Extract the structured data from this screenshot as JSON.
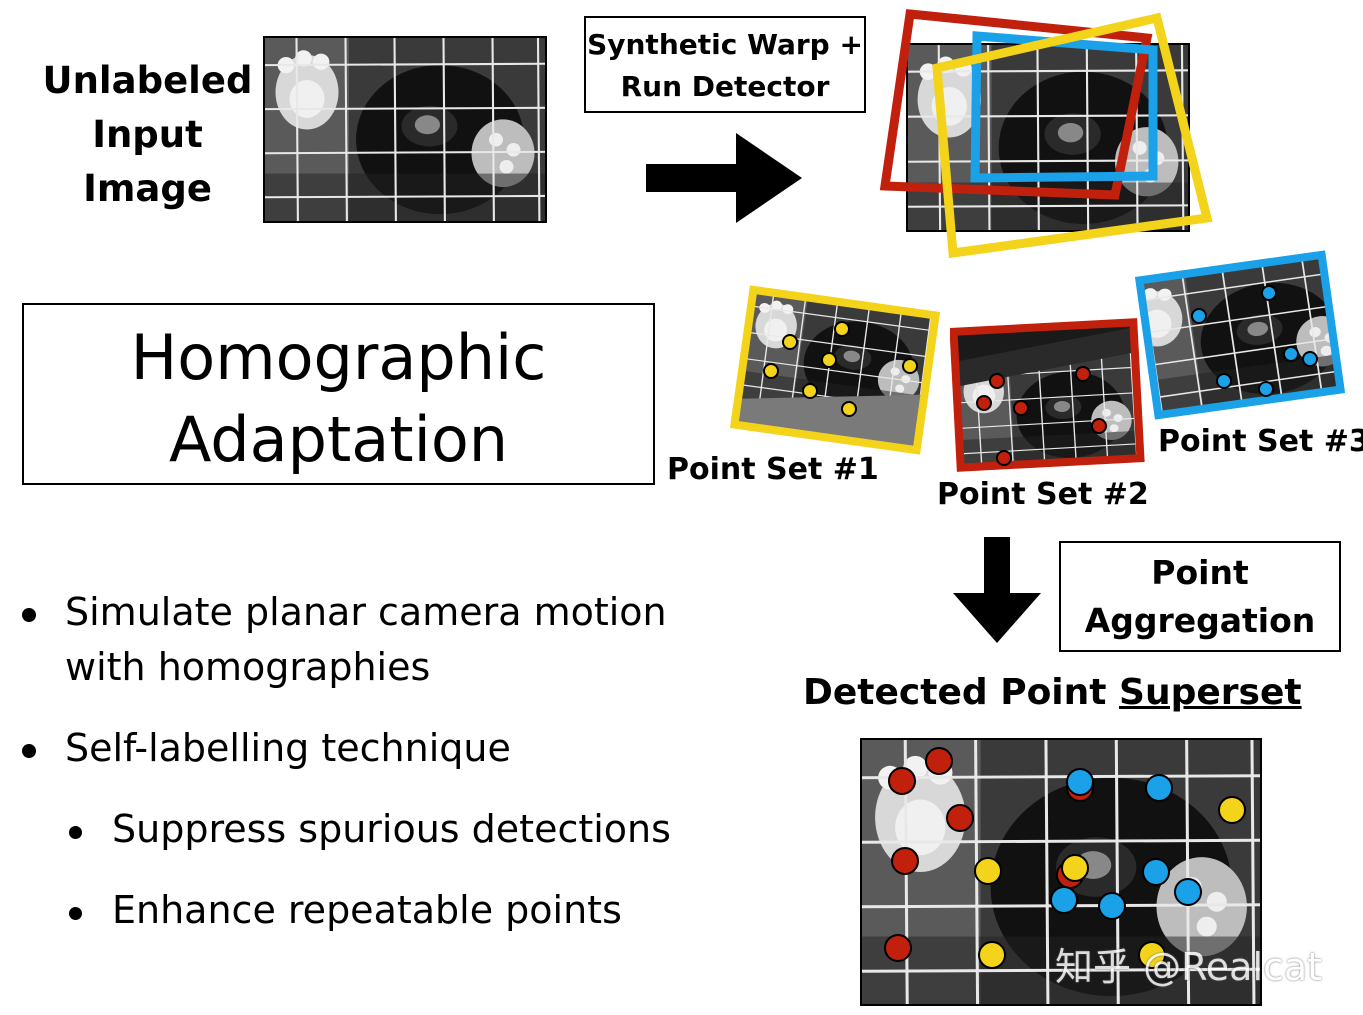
{
  "input_label": [
    "Unlabeled",
    "Input",
    "Image"
  ],
  "warp_box": [
    "Synthetic Warp +",
    "Run Detector"
  ],
  "main_title": [
    "Homographic",
    "Adaptation"
  ],
  "point_sets": [
    "Point Set #1",
    "Point Set #2",
    "Point Set #3"
  ],
  "aggregation_box": [
    "Point",
    "Aggregation"
  ],
  "superset_label": {
    "prefix": "Detected Point ",
    "underlined": "Superset"
  },
  "bullets": [
    {
      "line1": "Simulate planar camera motion",
      "line2": "with homographies"
    },
    {
      "line1": "Self-labelling technique"
    }
  ],
  "sub_bullets": [
    "Suppress spurious detections",
    "Enhance repeatable points"
  ],
  "watermark": "知乎 @Realcat",
  "colors": {
    "red": "#c0200c",
    "yellow": "#f3d41b",
    "blue": "#1aa1e8",
    "box_border": "#000000"
  },
  "icons": [
    "arrow-right-icon",
    "arrow-down-icon",
    "bullet-icon"
  ]
}
